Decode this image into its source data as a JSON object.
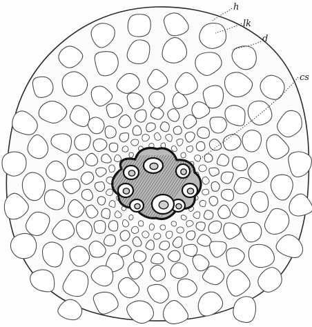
{
  "figure": {
    "labels": {
      "h": "h",
      "lk": "lk",
      "d": "d",
      "cs": "cs"
    }
  }
}
